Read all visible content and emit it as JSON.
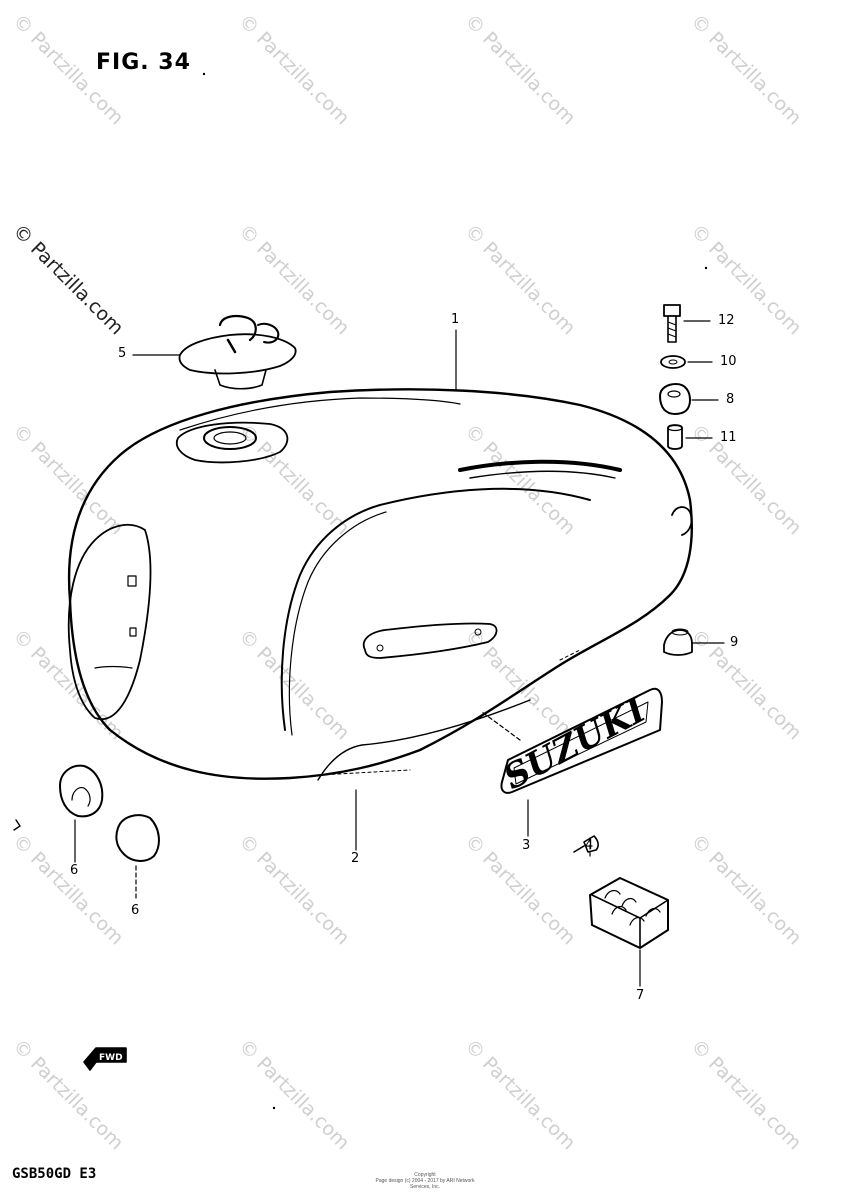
{
  "figure": {
    "title": "FIG. 34",
    "model_code": "GSB50GD  E3",
    "fwd_label": "FWD",
    "tank_emblem": "SUZUKI",
    "copyright_line1": "Copyright",
    "copyright_line2": "Page design (c) 2004 - 2017 by ARI Network Services, Inc."
  },
  "watermark": {
    "text": "© Partzilla.com",
    "color": "#cfcfcf"
  },
  "callouts": [
    {
      "id": "1",
      "label": "1"
    },
    {
      "id": "2",
      "label": "2"
    },
    {
      "id": "3",
      "label": "3"
    },
    {
      "id": "4",
      "label": "4"
    },
    {
      "id": "5",
      "label": "5"
    },
    {
      "id": "6a",
      "label": "6"
    },
    {
      "id": "6b",
      "label": "6"
    },
    {
      "id": "7",
      "label": "7"
    },
    {
      "id": "8",
      "label": "8"
    },
    {
      "id": "9",
      "label": "9"
    },
    {
      "id": "10",
      "label": "10"
    },
    {
      "id": "11",
      "label": "11"
    },
    {
      "id": "12",
      "label": "12"
    }
  ]
}
